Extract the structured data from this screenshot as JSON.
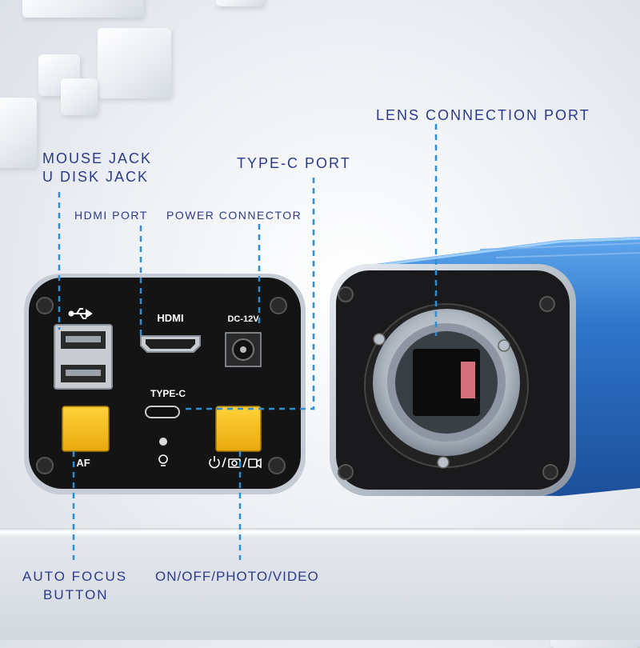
{
  "callouts": {
    "lens_port": "LENS CONNECTION PORT",
    "mouse_jack": "MOUSE JACK",
    "u_disk_jack": "U DISK JACK",
    "type_c_port": "TYPE-C PORT",
    "hdmi_port": "HDMI PORT",
    "power_connector": "POWER CONNECTOR",
    "auto_focus_line1": "AUTO FOCUS",
    "auto_focus_line2": "BUTTON",
    "power_photo_video": "ON/OFF/PHOTO/VIDEO"
  },
  "panel_labels": {
    "hdmi": "HDMI",
    "dc": "DC-12V",
    "type_c": "TYPE-C",
    "af": "AF",
    "mode_symbols": "⏻/📷/🎥"
  },
  "icons": [
    "usb-icon",
    "lamp-icon",
    "power-icon",
    "camera-icon",
    "video-icon"
  ],
  "colors": {
    "callout_text": "#2b3a8c",
    "leader_line": "#2b8fd6",
    "button_yellow": "#f6c21c",
    "camera_blue": "#2e74c9",
    "panel_black": "#141414"
  }
}
